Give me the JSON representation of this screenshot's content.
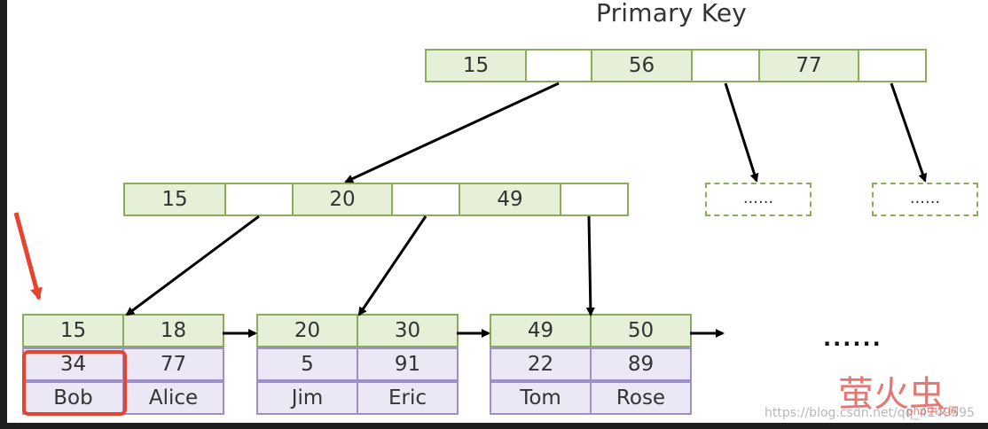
{
  "title": "Primary Key",
  "root": {
    "keys": [
      "15",
      "56",
      "77"
    ]
  },
  "internal": {
    "keys": [
      "15",
      "20",
      "49"
    ]
  },
  "placeholders": [
    "......",
    "......"
  ],
  "leaves": [
    {
      "keys": [
        "15",
        "18"
      ],
      "ages": [
        "34",
        "77"
      ],
      "names": [
        "Bob",
        "Alice"
      ]
    },
    {
      "keys": [
        "20",
        "30"
      ],
      "ages": [
        "5",
        "91"
      ],
      "names": [
        "Jim",
        "Eric"
      ]
    },
    {
      "keys": [
        "49",
        "50"
      ],
      "ages": [
        "22",
        "89"
      ],
      "names": [
        "Tom",
        "Rose"
      ]
    }
  ],
  "more": "......",
  "watermark": {
    "cn": "萤火虫",
    "php": "php中文网",
    "url": "https://blog.csdn.net/qq_4249595"
  },
  "colors": {
    "key_fill": "#e6f0d8",
    "key_border": "#8aad5a",
    "value_fill": "#ebe7f5",
    "value_border": "#9e8fc9",
    "highlight": "#e5452e",
    "arrow": "#000000"
  }
}
